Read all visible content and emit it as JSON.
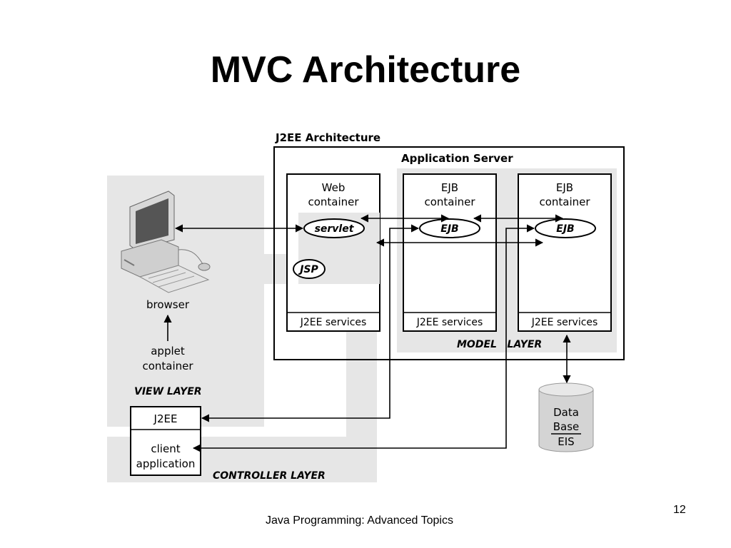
{
  "slide": {
    "title": "MVC Architecture",
    "footer": "Java Programming: Advanced Topics",
    "page_number": "12"
  },
  "diagram": {
    "j2ee_architecture_label": "J2EE Architecture",
    "application_server_label": "Application Server",
    "web_container_line1": "Web",
    "web_container_line2": "container",
    "ejb_container1_line1": "EJB",
    "ejb_container1_line2": "container",
    "ejb_container2_line1": "EJB",
    "ejb_container2_line2": "container",
    "servlet_label": "servlet",
    "jsp_label": "JSP",
    "ejb1_label": "EJB",
    "ejb2_label": "EJB",
    "j2ee_services_1": "J2EE services",
    "j2ee_services_2": "J2EE services",
    "j2ee_services_3": "J2EE services",
    "model_layer_label": "MODEL   LAYER",
    "browser_label": "browser",
    "applet_line1": "applet",
    "applet_line2": "container",
    "view_layer_label": "VIEW LAYER",
    "j2ee_client_label": "J2EE",
    "client_app_line1": "client",
    "client_app_line2": "application",
    "controller_layer_label": "CONTROLLER LAYER",
    "database_line1": "Data",
    "database_line2": "Base",
    "database_line3": "EIS"
  },
  "colors": {
    "layer_shade": "#e6e6e6",
    "container_fill": "#ffffff",
    "line": "#000000",
    "cylinder": "#d4d4d4"
  }
}
